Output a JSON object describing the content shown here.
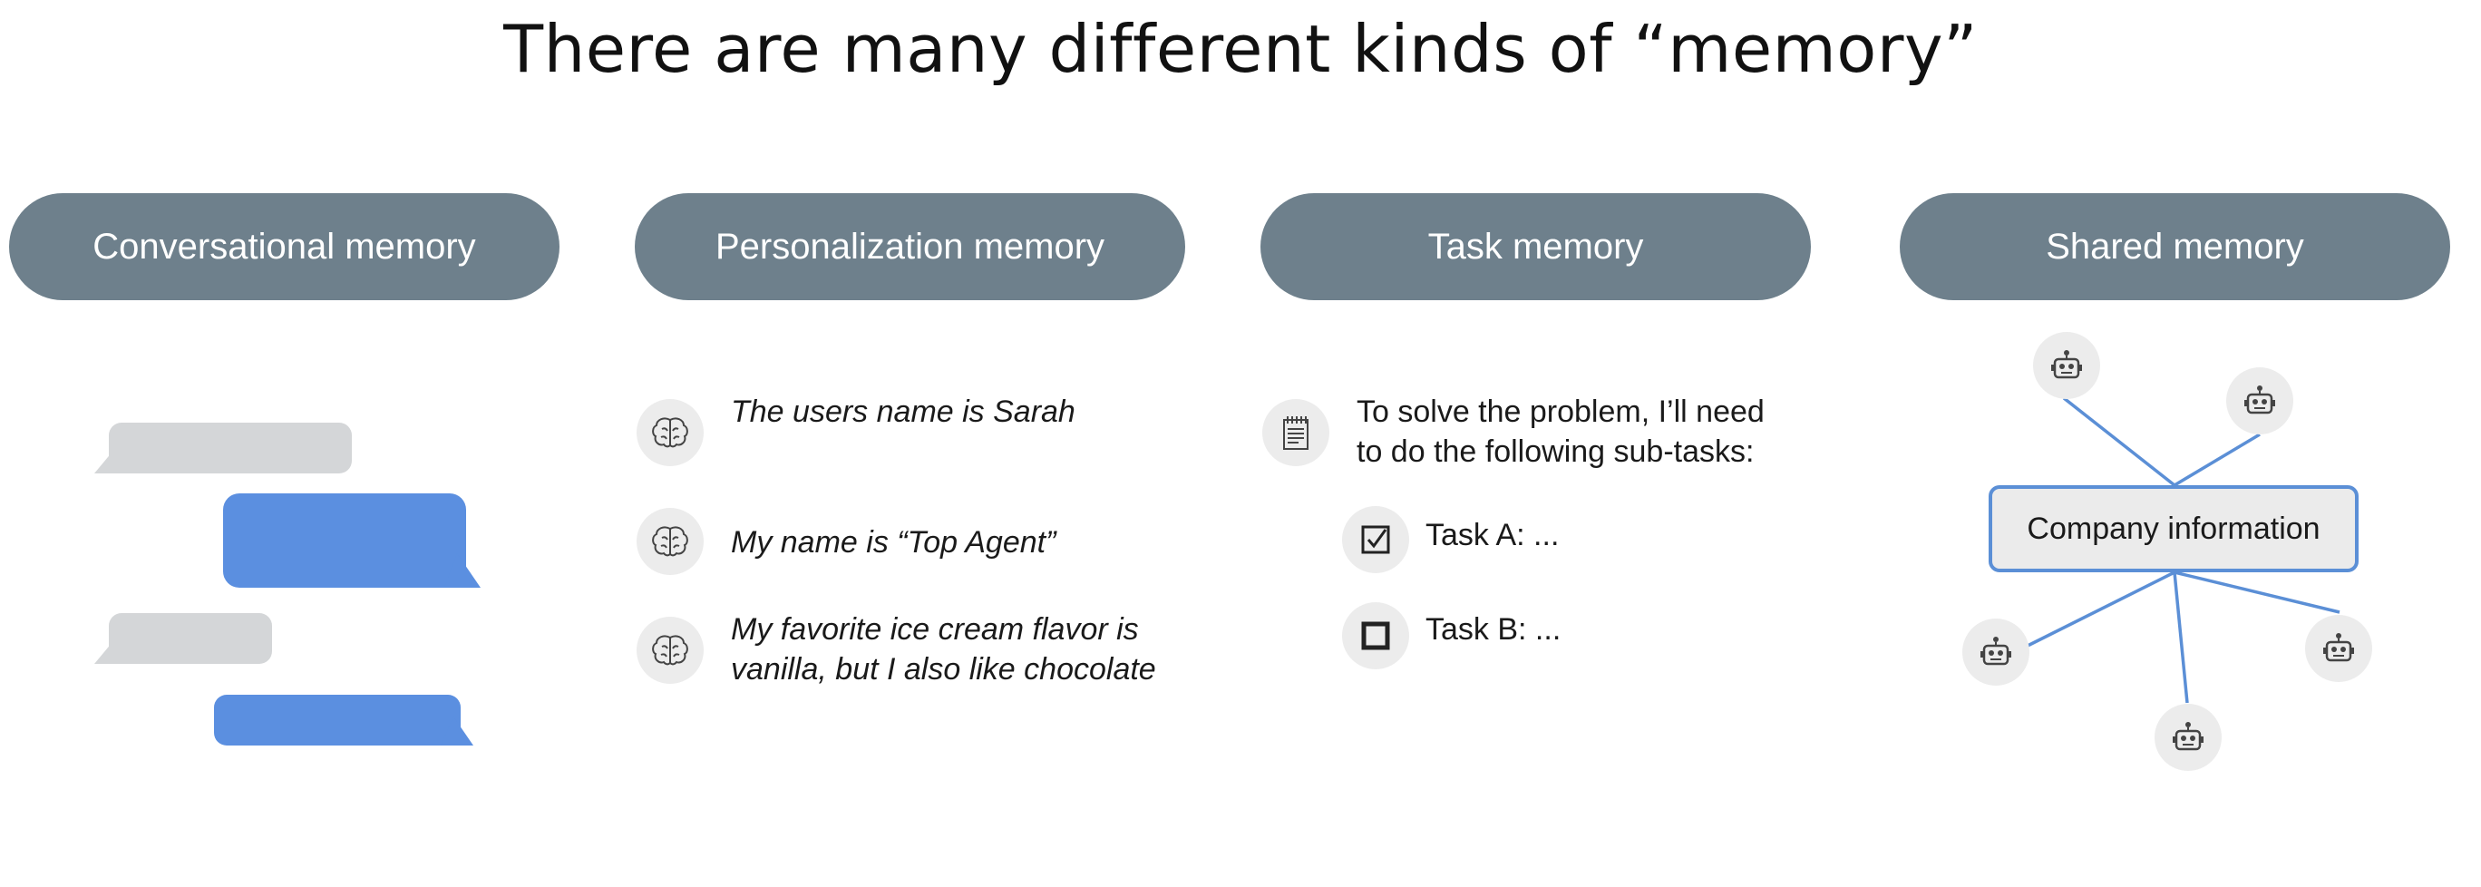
{
  "title": "There are many different kinds of “memory”",
  "columns": {
    "conversational": {
      "label": "Conversational memory"
    },
    "personalization": {
      "label": "Personalization memory",
      "items": [
        {
          "icon": "brain-icon",
          "text": "The users name is Sarah"
        },
        {
          "icon": "brain-icon",
          "text": "My name is “Top Agent”"
        },
        {
          "icon": "brain-icon",
          "line1": "My favorite ice cream flavor is",
          "line2": "vanilla, but I also like chocolate"
        }
      ]
    },
    "task": {
      "label": "Task memory",
      "intro_line1": "To solve the problem, I’ll need",
      "intro_line2": "to do the following sub-tasks:",
      "tasks": [
        {
          "icon": "checkbox-checked-icon",
          "text": "Task A: ..."
        },
        {
          "icon": "checkbox-empty-icon",
          "text": "Task B: ..."
        }
      ]
    },
    "shared": {
      "label": "Shared memory",
      "center_label": "Company information",
      "agent_icon": "robot-icon"
    }
  },
  "colors": {
    "pill": "#6e808c",
    "bubble_gray": "#d4d6d8",
    "bubble_blue": "#5b8fe0",
    "line_blue": "#5b8fd6",
    "icon_circle": "#ececec"
  }
}
